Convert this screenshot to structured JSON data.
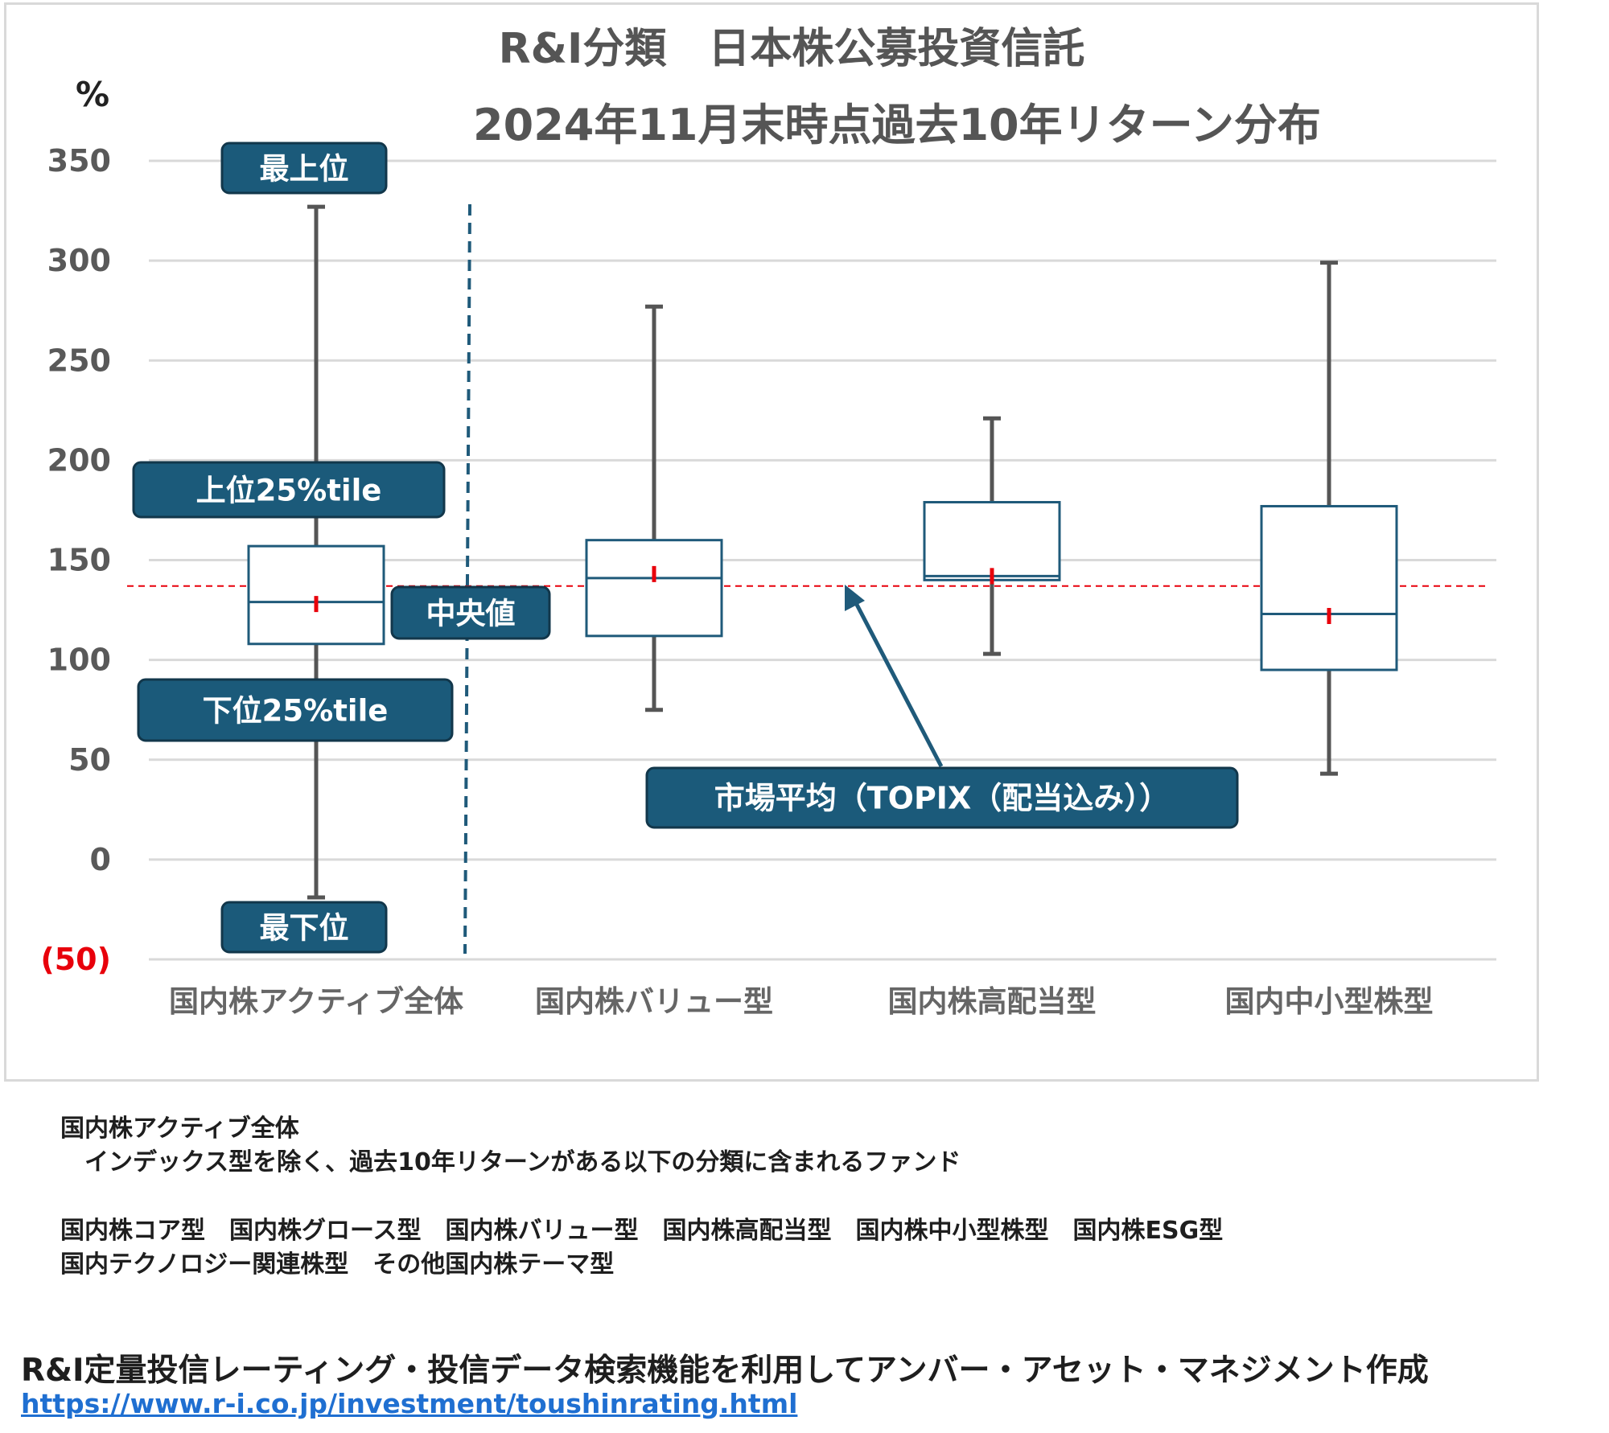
{
  "chart_data": {
    "type": "box",
    "title": "R&I分類　日本株公募投資信託",
    "subtitle": "2024年11月末時点過去10年リターン分布",
    "ylabel": "%",
    "ylim": [
      -50,
      350
    ],
    "yticks": [
      {
        "value": 350,
        "label": "350"
      },
      {
        "value": 300,
        "label": "300"
      },
      {
        "value": 250,
        "label": "250"
      },
      {
        "value": 200,
        "label": "200"
      },
      {
        "value": 150,
        "label": "150"
      },
      {
        "value": 100,
        "label": "100"
      },
      {
        "value": 50,
        "label": "50"
      },
      {
        "value": 0,
        "label": "0"
      },
      {
        "value": -50,
        "label": "(50)"
      }
    ],
    "grid": true,
    "market_average": 137,
    "categories": [
      "国内株アクティブ全体",
      "国内株バリュー型",
      "国内株高配当型",
      "国内中小型株型"
    ],
    "boxes": [
      {
        "min": -19,
        "q1": 108,
        "median": 129,
        "q3": 157,
        "max": 327,
        "mean": 128
      },
      {
        "min": 75,
        "q1": 112,
        "median": 141,
        "q3": 160,
        "max": 277,
        "mean": 143
      },
      {
        "min": 103,
        "q1": 140,
        "median": 142,
        "q3": 179,
        "max": 221,
        "mean": 142
      },
      {
        "min": 43,
        "q1": 95,
        "median": 123,
        "q3": 177,
        "max": 299,
        "mean": 122
      }
    ],
    "annotations": {
      "max": "最上位",
      "q3": "上位25%tile",
      "median": "中央値",
      "q1": "下位25%tile",
      "min": "最下位",
      "market": "市場平均（TOPIX（配当込み））"
    },
    "colors": {
      "box": "#1f5a7a",
      "whisker": "#555555",
      "mean": "#e8000b",
      "market_line": "#e8000b",
      "label_bg": "#1b5a7a",
      "negative_tick": "#e8000b"
    }
  },
  "notes": {
    "heading": "国内株アクティブ全体",
    "description": "　インデックス型を除く、過去10年リターンがある以下の分類に含まれるファンド",
    "line1": "国内株コア型　国内株グロース型　国内株バリュー型　国内株高配当型　国内株中小型株型　国内株ESG型",
    "line2": "国内テクノロジー関連株型　その他国内株テーマ型"
  },
  "credit": "R&I定量投信レーティング・投信データ検索機能を利用してアンバー・アセット・マネジメント作成",
  "link": "https://www.r-i.co.jp/investment/toushinrating.html"
}
